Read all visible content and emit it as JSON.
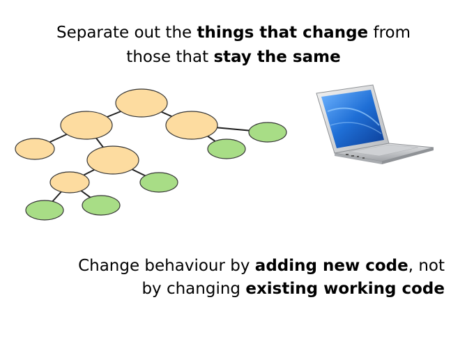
{
  "heading": {
    "line1": {
      "pre": "Separate out the ",
      "bold": "things that change",
      "post": " from"
    },
    "line2": {
      "pre": "those that ",
      "bold": "stay the same"
    }
  },
  "footer": {
    "line1": {
      "pre": "Change behaviour by ",
      "bold": "adding new code",
      "post": ", not"
    },
    "line2": {
      "pre": "by changing ",
      "bold": "existing working code"
    }
  },
  "colors": {
    "stable_node": "#fddca0",
    "changing_node": "#a8dd86",
    "node_stroke": "#333333"
  }
}
